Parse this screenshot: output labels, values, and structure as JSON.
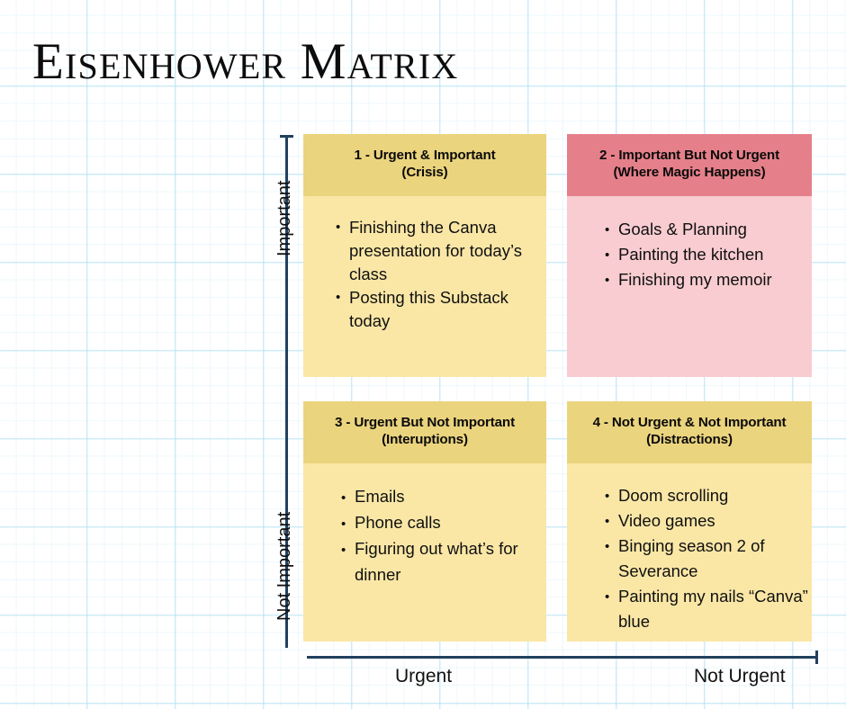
{
  "title": "Eisenhower Matrix",
  "axes": {
    "y_top_label": "Important",
    "y_bottom_label": "Not Important",
    "x_left_label": "Urgent",
    "x_right_label": "Not Urgent",
    "axis_color": "#21405e"
  },
  "colors": {
    "gold_header": "#ebd47e",
    "gold_body": "#fae7a6",
    "pink_header": "#e5808a",
    "pink_body": "#f8ccd0",
    "grid_blue": "#b0e0f3",
    "text": "#101010"
  },
  "quadrants": [
    {
      "id": "q1",
      "header_line1": "1 - Urgent & Important",
      "header_line2": "(Crisis)",
      "palette": "gold",
      "items": [
        "Finishing the Canva presentation for today’s class",
        "Posting this Substack today"
      ]
    },
    {
      "id": "q2",
      "header_line1": "2 - Important But Not Urgent",
      "header_line2": "(Where Magic Happens)",
      "palette": "pink",
      "items": [
        "Goals & Planning",
        "Painting the kitchen",
        "Finishing my memoir"
      ]
    },
    {
      "id": "q3",
      "header_line1": "3 - Urgent But Not Important",
      "header_line2": "(Interuptions)",
      "palette": "gold",
      "items": [
        "Emails",
        "Phone calls",
        "Figuring out what’s for dinner"
      ]
    },
    {
      "id": "q4",
      "header_line1": "4 - Not Urgent & Not Important",
      "header_line2": "(Distractions)",
      "palette": "gold",
      "items": [
        "Doom scrolling",
        "Video games",
        "Binging season 2 of Severance",
        "Painting my nails “Canva” blue"
      ]
    }
  ]
}
